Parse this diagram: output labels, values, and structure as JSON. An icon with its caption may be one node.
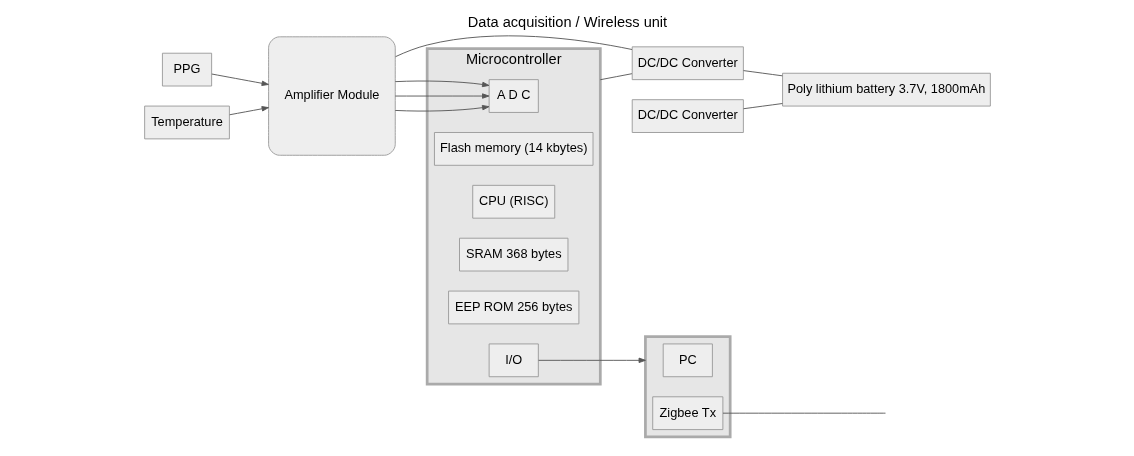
{
  "diagram": {
    "title": "Data acquisition / Wireless unit",
    "nodes": [
      {
        "text": [
          "PPG"
        ]
      },
      {
        "text": [
          "Temperature"
        ]
      },
      {
        "text": [
          "Amplifier Module"
        ]
      },
      {
        "text": [
          "Microcontroller"
        ]
      },
      {
        "text": [
          "A D C"
        ],
        "in": 3
      },
      {
        "text": [
          "Flash memory (14 kbytes)"
        ],
        "in": 3
      },
      {
        "text": [
          "CPU (RISC)"
        ],
        "in": 3
      },
      {
        "text": [
          "SRAM 368 bytes"
        ],
        "in": 3
      },
      {
        "text": [
          "EEP ROM 256 bytes"
        ],
        "in": 3
      },
      {
        "text": [
          "I/O"
        ],
        "in": 3
      },
      {
        "text": [],
        "shape": "box"
      },
      {
        "text": [
          "PC"
        ],
        "in": 10
      },
      {
        "text": [
          "Zigbee Tx"
        ],
        "in": 10
      },
      {
        "text": [
          "DC/DC Converter"
        ]
      },
      {
        "text": [
          "DC/DC Converter"
        ]
      },
      {
        "text": [
          "Poly lithium battery 3.7V, 1800mAh"
        ]
      }
    ],
    "edges": [
      {
        "from": 0,
        "to": 2,
        "arrow": "to"
      },
      {
        "from": 1,
        "to": 2,
        "arrow": "to"
      },
      {
        "from": 2,
        "to": 4,
        "arrow": "to"
      },
      {
        "from": 2,
        "to": 4,
        "arrow": "to"
      },
      {
        "from": 2,
        "to": 4,
        "arrow": "to"
      },
      {
        "from": 9,
        "to": 10,
        "arrow": "to"
      },
      {
        "from": 12,
        "to": null,
        "arrow": "none"
      },
      {
        "from": 2,
        "to": 13,
        "arrow": "none"
      },
      {
        "from": 3,
        "to": 13,
        "arrow": "none"
      },
      {
        "from": 13,
        "to": 15,
        "arrow": "none"
      },
      {
        "from": 14,
        "to": 15,
        "arrow": "none"
      }
    ]
  }
}
